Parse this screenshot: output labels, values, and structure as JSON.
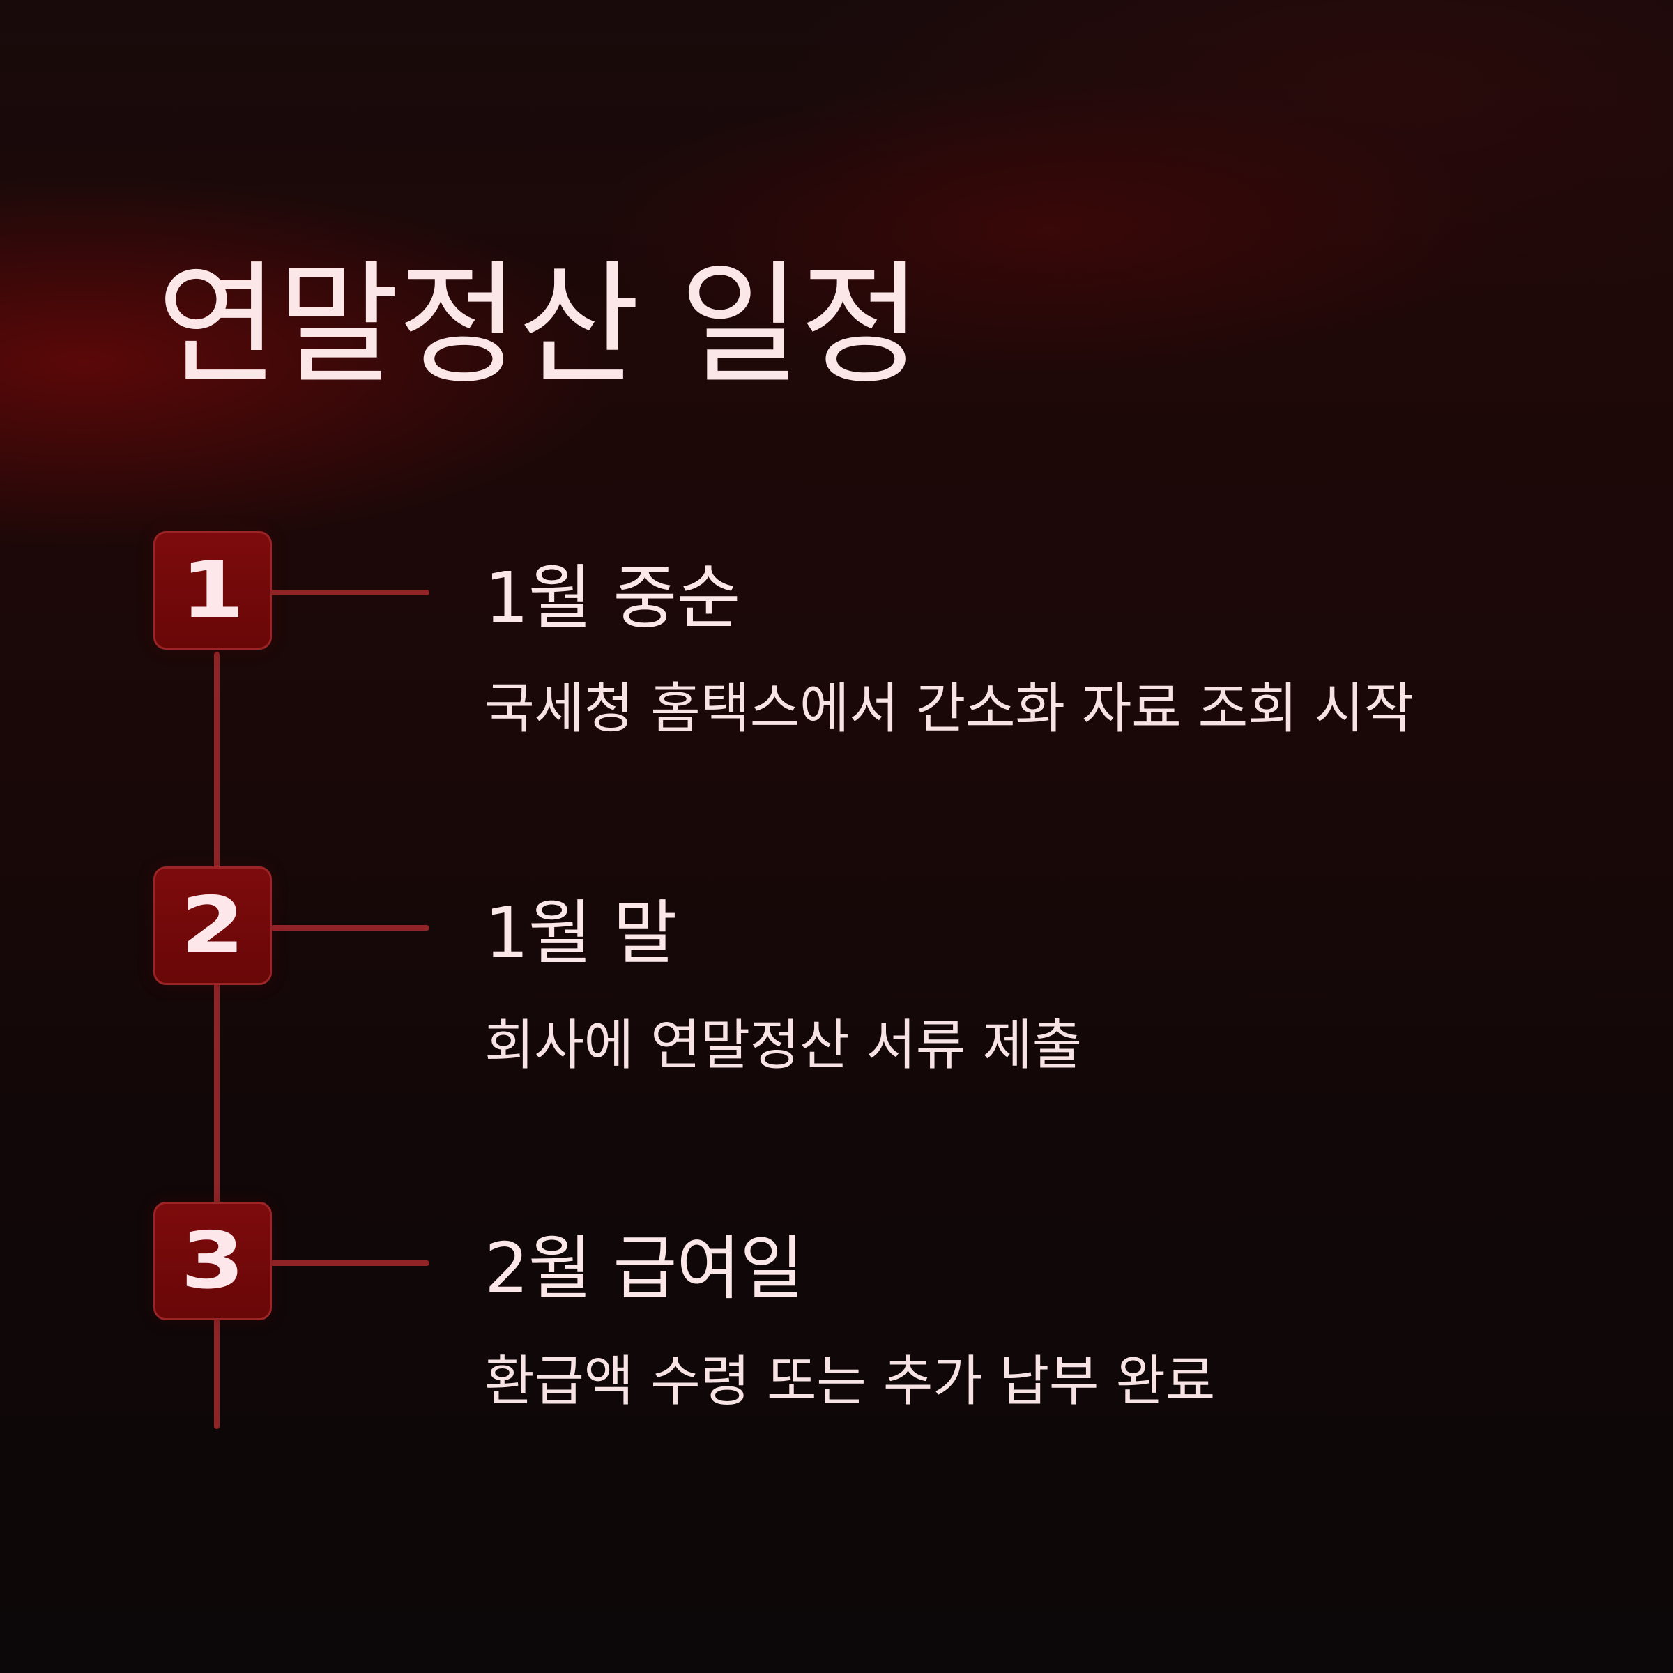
{
  "page": {
    "title": "연말정산 일정"
  },
  "theme": {
    "background_dark": "#0c0708",
    "accent_red": "#7d0b0d",
    "line_red": "#8f2325",
    "text_light": "#fbe6e8"
  },
  "timeline": {
    "steps": [
      {
        "number": "1",
        "title": "1월 중순",
        "description": "국세청 홈택스에서 간소화 자료 조회 시작"
      },
      {
        "number": "2",
        "title": "1월 말",
        "description": "회사에 연말정산 서류 제출"
      },
      {
        "number": "3",
        "title": "2월 급여일",
        "description": "환급액 수령 또는 추가 납부 완료"
      }
    ]
  }
}
